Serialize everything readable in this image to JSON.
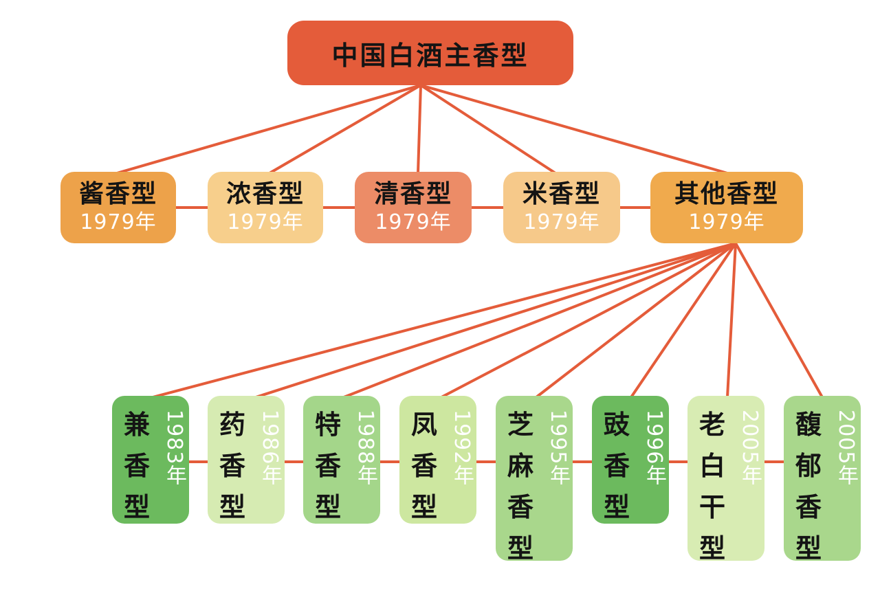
{
  "root": {
    "label": "中国白酒主香型"
  },
  "categories": [
    {
      "name": "酱香型",
      "year": "1979年",
      "color": "#eda24a"
    },
    {
      "name": "浓香型",
      "year": "1979年",
      "color": "#f7cf8c"
    },
    {
      "name": "清香型",
      "year": "1979年",
      "color": "#ec8c67"
    },
    {
      "name": "米香型",
      "year": "1979年",
      "color": "#f6c98a"
    },
    {
      "name": "其他香型",
      "year": "1979年",
      "color": "#f0aa4d"
    }
  ],
  "subtypes": [
    {
      "name": "兼香型",
      "year": "1983年",
      "color": "#6cba5e"
    },
    {
      "name": "药香型",
      "year": "1986年",
      "color": "#d6ebb2"
    },
    {
      "name": "特香型",
      "year": "1988年",
      "color": "#a4d68a"
    },
    {
      "name": "凤香型",
      "year": "1992年",
      "color": "#cde7a0"
    },
    {
      "name": "芝麻香型",
      "year": "1995年",
      "color": "#a9d78c"
    },
    {
      "name": "豉香型",
      "year": "1996年",
      "color": "#6cba5e"
    },
    {
      "name": "老白干型",
      "year": "2005年",
      "color": "#d8ecb3"
    },
    {
      "name": "馥郁香型",
      "year": "2005年",
      "color": "#a9d78c"
    }
  ],
  "colors": {
    "connector": "#e45c3a",
    "root_fill": "#e45c3a"
  }
}
